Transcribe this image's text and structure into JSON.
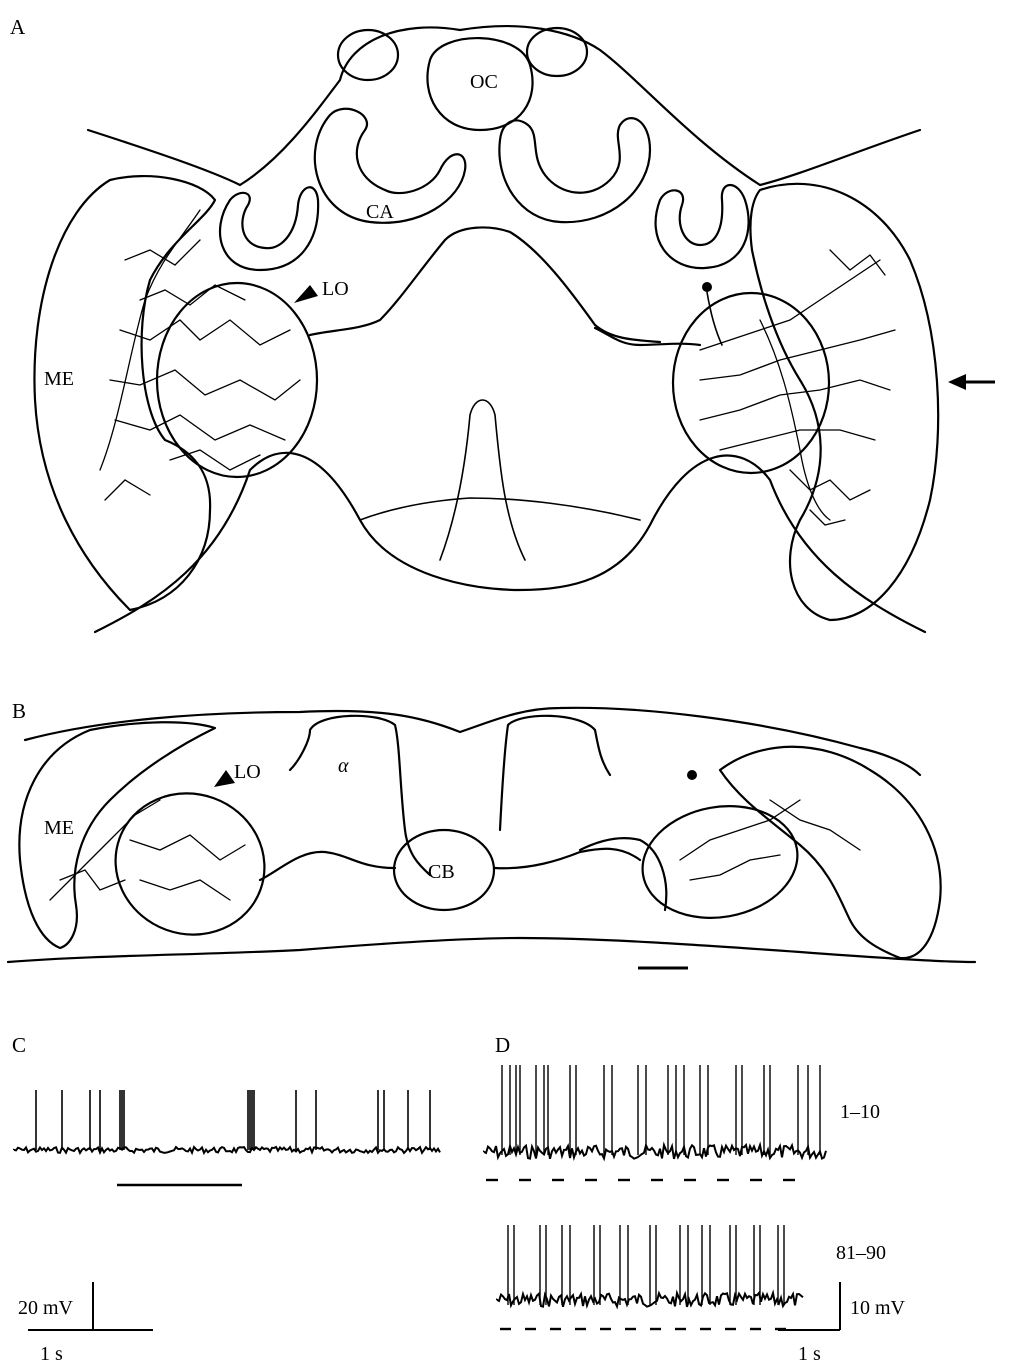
{
  "panels": {
    "a": "A",
    "b": "B",
    "c": "C",
    "d": "D"
  },
  "labels": {
    "oc": "OC",
    "ca": "CA",
    "lo_a": "LO",
    "me_a": "ME",
    "lo_b": "LO",
    "me_b": "ME",
    "alpha": "α",
    "cb": "CB"
  },
  "traces": {
    "d_top_label": "1–10",
    "d_bottom_label": "81–90"
  },
  "scale_bars": {
    "c_voltage": "20 mV",
    "c_time": "1 s",
    "d_voltage": "10 mV",
    "d_time": "1 s"
  },
  "colors": {
    "ink": "#000000",
    "background": "#ffffff"
  }
}
